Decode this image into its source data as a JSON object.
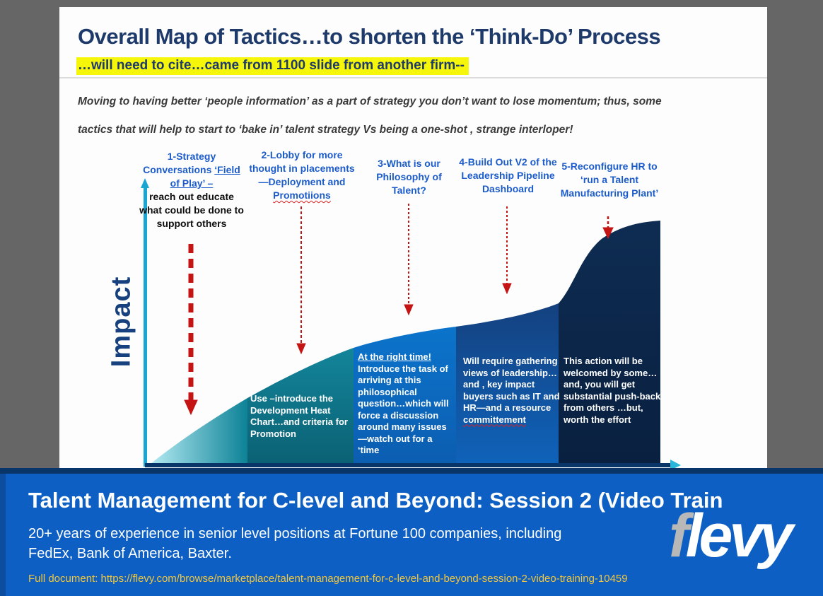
{
  "colors": {
    "backdrop_gray": "#666666",
    "title_navy": "#1e3a6b",
    "highlight_yellow": "#f6f60a",
    "tactic_blue": "#1c5cca",
    "arrow_red": "#c41414",
    "axis_cyan": "#1aa6d2",
    "baseline_navy": "#0a3568",
    "segment1_teal": "#0d8297",
    "segment3_blue": "#0b74cb",
    "segment5_navy": "#0e2c52",
    "banner_blue": "#0d5fc4",
    "url_gold": "#f2c73e",
    "logo_gray": "#b8b8b8"
  },
  "slide": {
    "title": "Overall Map of Tactics…to shorten the ‘Think-Do’ Process",
    "highlight": "…will need to cite…came from 1100 slide from another  firm--",
    "intro_line1": "Moving to having better ‘people information’ as a part of strategy you don’t want to lose momentum; thus, some",
    "intro_line2": "tactics that will help to start to ‘bake in’ talent strategy Vs being a one-shot , strange interloper!",
    "impact_label": "Impact",
    "tactics": [
      {
        "blue": "1-Strategy Conversations",
        "underlined": "‘Field of Play’ –",
        "black": "reach out educate what could be done to support others"
      },
      {
        "blue": "2-Lobby for more thought in placements—Deployment and",
        "misspelled": "Promotiions"
      },
      {
        "blue": "3-What is our Philosophy of Talent?"
      },
      {
        "blue": "4-Build Out V2 of the Leadership Pipeline Dashboard"
      },
      {
        "blue": "5-Reconfigure HR to ‘run a Talent Manufacturing Plant’"
      }
    ],
    "blocks": [
      {
        "text": "Use –introduce the Development  Heat Chart…and criteria for Promotion"
      },
      {
        "underlined": "At the  right time!",
        "text": "Introduce the task of  arriving at this philosophical question…which will force a discussion around many issues—watch out for a ‘time"
      },
      {
        "text": "Will require gathering views  of leadership…and , key  impact buyers such as IT and HR—and a resource ",
        "misspelled": "committement"
      },
      {
        "text": "This action will be welcomed by some…and, you will get substantial push-back from others …but,  worth the effort"
      }
    ]
  },
  "banner": {
    "title": "Talent Management for C-level and Beyond: Session 2 (Video Train",
    "subtitle_line1": "20+ years of experience in senior level positions at Fortune 100 companies, including",
    "subtitle_line2": "FedEx, Bank of America, Baxter.",
    "url": "Full document: https://flevy.com/browse/marketplace/talent-management-for-c-level-and-beyond-session-2-video-training-10459",
    "logo_first_letter": "f",
    "logo_rest": "levy"
  }
}
